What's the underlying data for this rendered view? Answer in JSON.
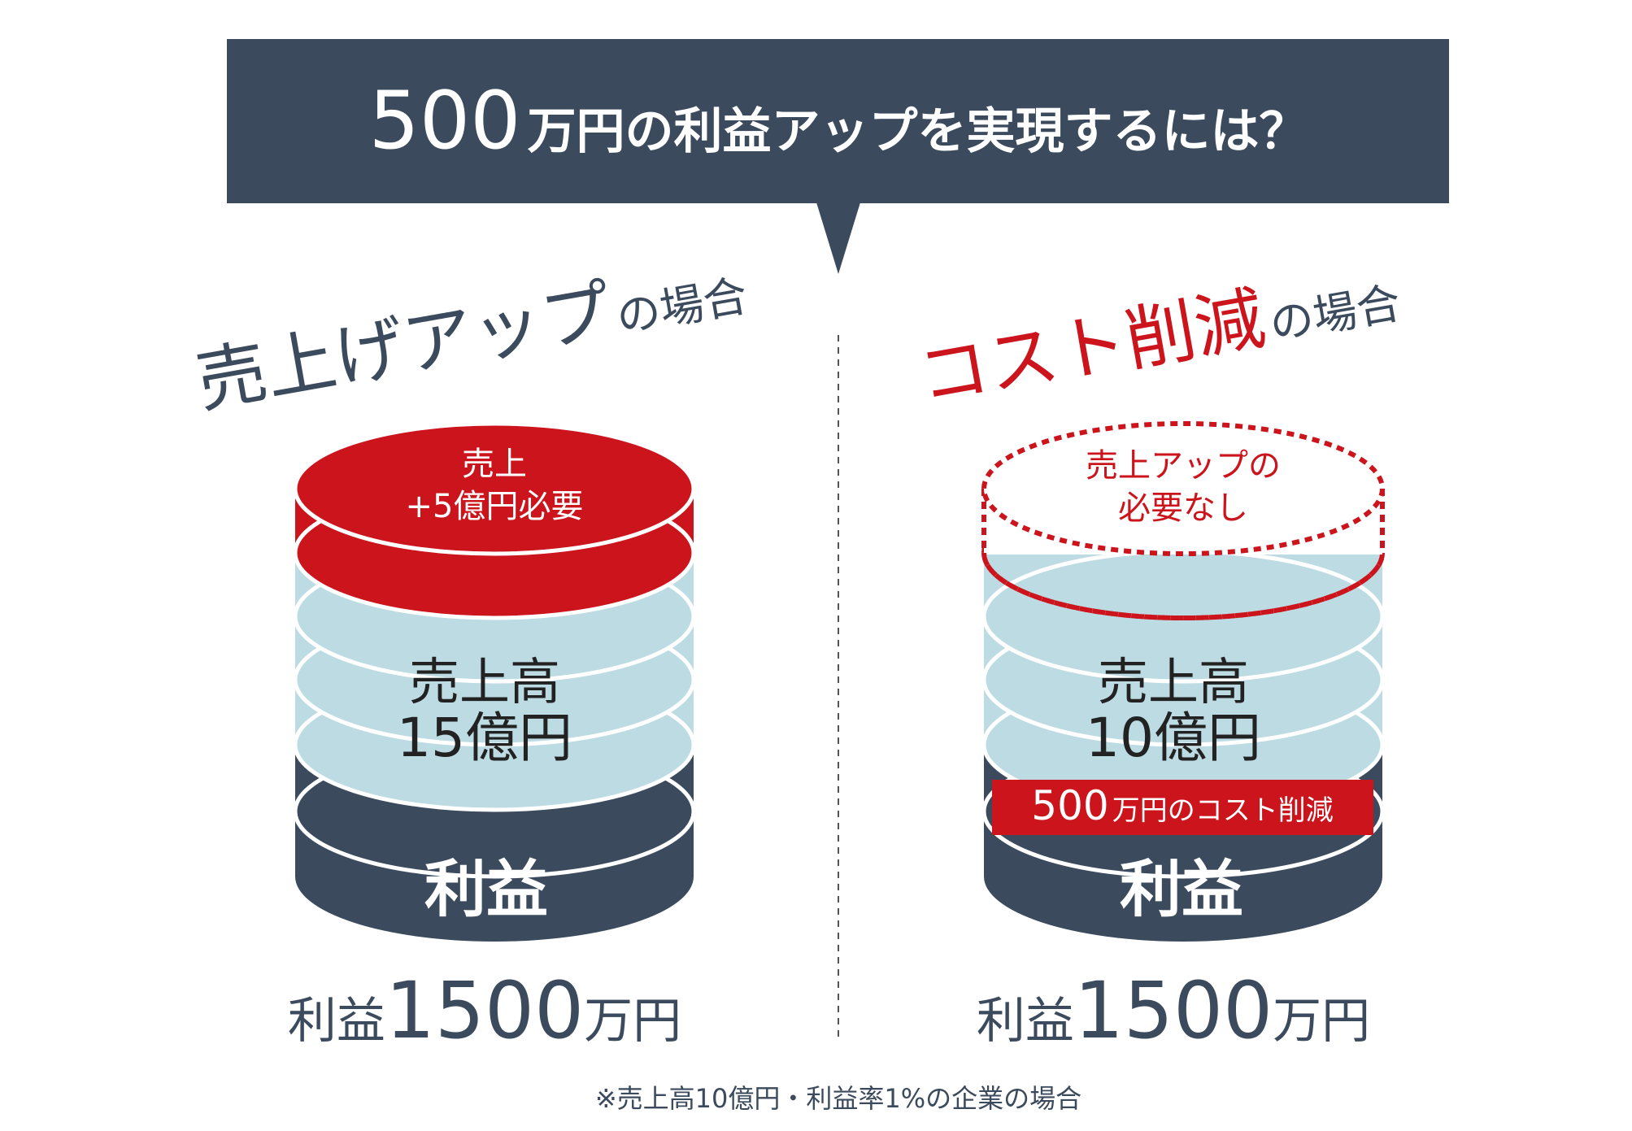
{
  "banner": {
    "title_number": "500",
    "title_rest": "万円の利益アップを実現するには？"
  },
  "left": {
    "heading_main": "売上げアップ",
    "heading_suffix": "の場合",
    "top_label_line1": "売上",
    "top_label_line2": "+5億円必要",
    "sales_line1": "売上高",
    "sales_line2": "15億円",
    "profit_label": "利益",
    "result_prefix": "利益",
    "result_number": "1500",
    "result_unit": "万円"
  },
  "right": {
    "heading_main": "コスト削減",
    "heading_suffix": "の場合",
    "top_label_line1": "売上アップの",
    "top_label_line2": "必要なし",
    "sales_line1": "売上高",
    "sales_line2": "10億円",
    "cost_cut_number": "500",
    "cost_cut_text": "万円のコスト削減",
    "profit_label": "利益",
    "result_prefix": "利益",
    "result_number": "1500",
    "result_unit": "万円"
  },
  "footnote": "※売上高10億円・利益率1%の企業の場合",
  "colors": {
    "navy": "#3b4a5c",
    "red": "#cc141d",
    "lightblue": "#bcdbe3",
    "white": "#ffffff"
  }
}
